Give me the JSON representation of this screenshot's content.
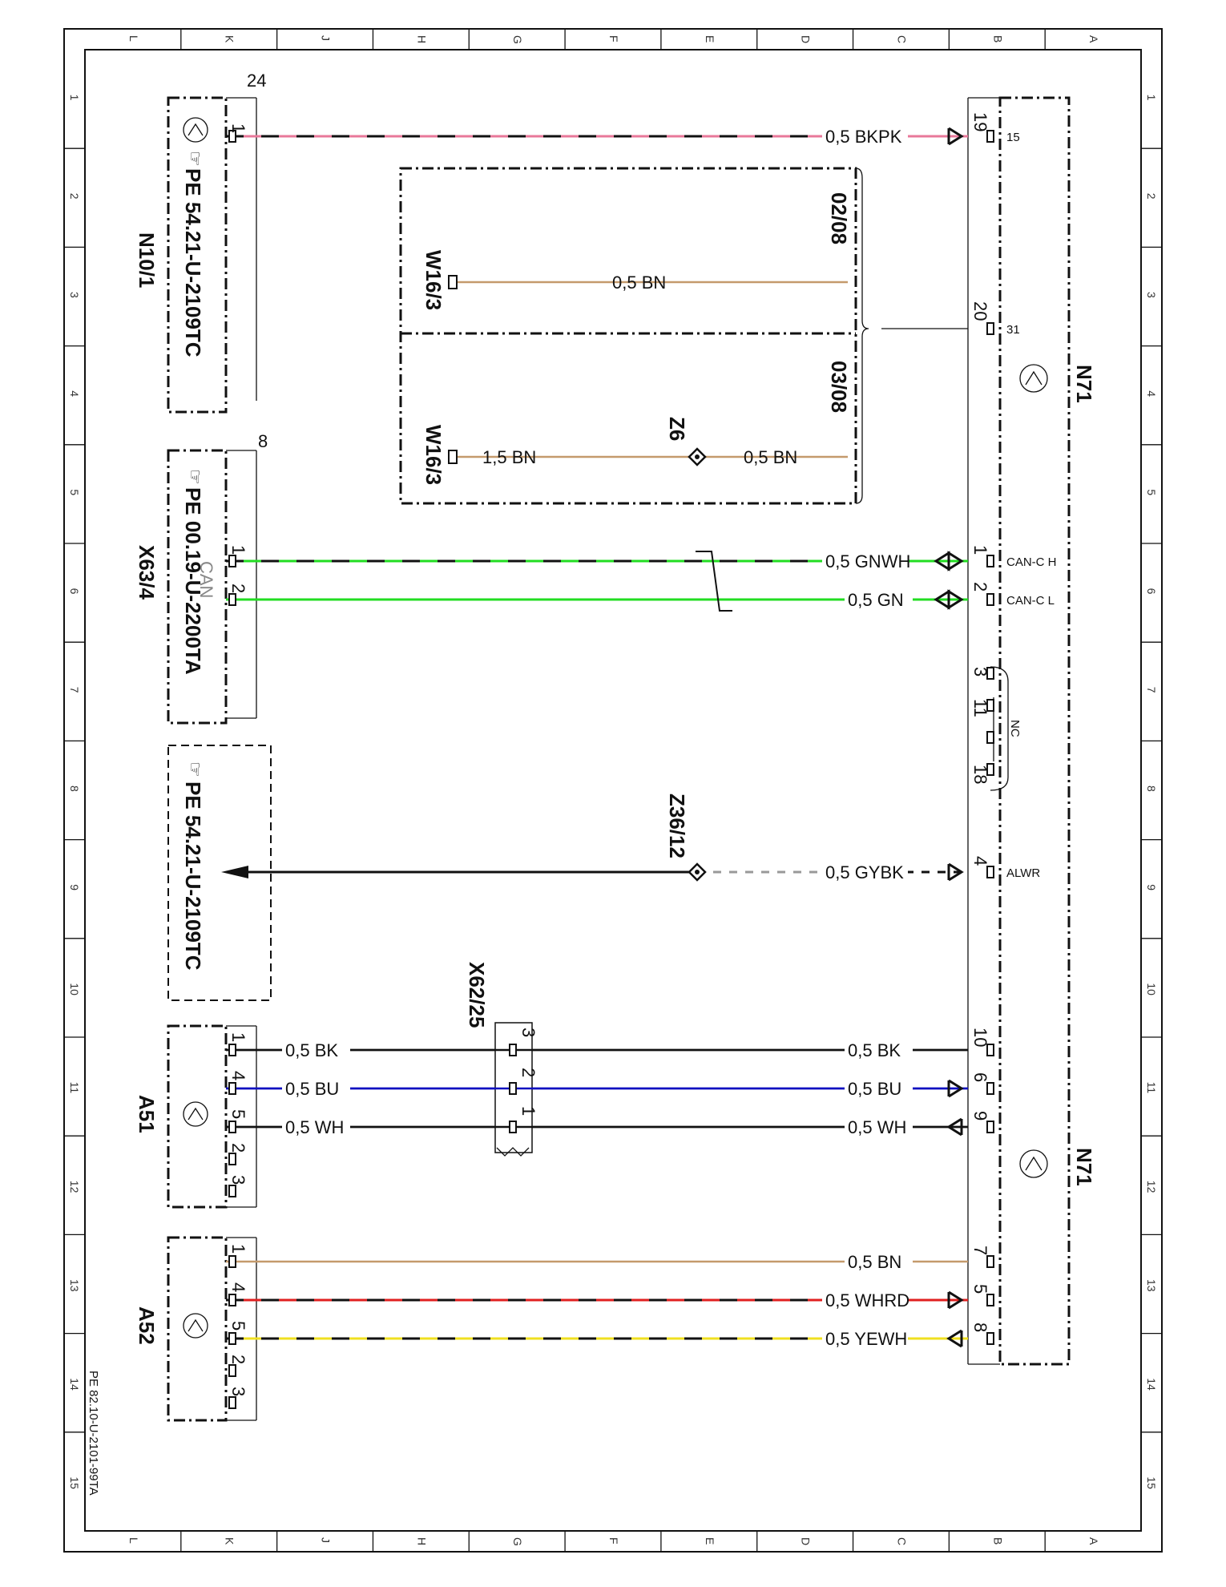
{
  "grid": {
    "letters": [
      "L",
      "K",
      "J",
      "H",
      "G",
      "F",
      "E",
      "D",
      "C",
      "B",
      "A"
    ],
    "numbers": [
      "1",
      "2",
      "3",
      "4",
      "5",
      "6",
      "7",
      "8",
      "9",
      "10",
      "11",
      "12",
      "13",
      "14",
      "15"
    ]
  },
  "doc_ref": "PE 82.10-U-2101-99TA",
  "components": {
    "n71": "N71",
    "n10_1": "N10/1",
    "n10_1_ref": "PE 54.21-U-2109TC",
    "x63_4": "X63/4",
    "x63_4_ref": "PE 00.19-U-2200TA",
    "x63_4_can": "CAN",
    "ref_box": "PE 54.21-U-2109TC",
    "a51": "A51",
    "a52": "A52",
    "x62_25": "X62/25",
    "w16_3a": "W16/3",
    "w16_3b": "W16/3",
    "z6": "Z6",
    "z36_12": "Z36/12",
    "var_a": "02/08",
    "var_b": "03/08",
    "nc": "NC",
    "conn24": "24",
    "conn8": "8"
  },
  "n71_pins": {
    "p19": "19",
    "p15": "15",
    "p20": "20",
    "p31": "31",
    "p1": "1",
    "canh": "CAN-C H",
    "p2": "2",
    "canl": "CAN-C L",
    "p3": "3",
    "p11": "11",
    "p18": "18",
    "p4": "4",
    "alwr": "ALWR",
    "p10": "10",
    "p6": "6",
    "p9": "9",
    "p7": "7",
    "p5": "5",
    "p8": "8"
  },
  "left_pins": {
    "n10_1": "1",
    "x63_1": "1",
    "x63_2": "2",
    "a51_1": "1",
    "a51_4": "4",
    "a51_5": "5",
    "a51_2": "2",
    "a51_3": "3",
    "a52_1": "1",
    "a52_4": "4",
    "a52_5": "5",
    "a52_2": "2",
    "a52_3": "3",
    "x62_3": "3",
    "x62_2": "2",
    "x62_1": "1"
  },
  "wires": {
    "bkpk": "0,5  BKPK",
    "w16a_bn": "0,5  BN",
    "w16b_15bn": "1,5  BN",
    "w16b_05bn": "0,5  BN",
    "gnwh": "0,5  GNWH",
    "gn": "0,5  GN",
    "gybk": "0,5  GYBK",
    "a51_bk": "0,5  BK",
    "a51_bu": "0,5  BU",
    "a51_wh": "0,5  WH",
    "n71_bk": "0,5  BK",
    "n71_bu": "0,5  BU",
    "n71_wh": "0,5  WH",
    "a52_bn": "0,5  BN",
    "a52_whrd": "0,5  WHRD",
    "a52_yewh": "0,5  YEWH"
  },
  "colors": {
    "pink": "#e8789a",
    "brown": "#c49a6c",
    "green": "#22dd22",
    "blue": "#1010c0",
    "red": "#e02020",
    "yellow": "#f0e020",
    "grey": "#999999",
    "black": "#111111"
  }
}
